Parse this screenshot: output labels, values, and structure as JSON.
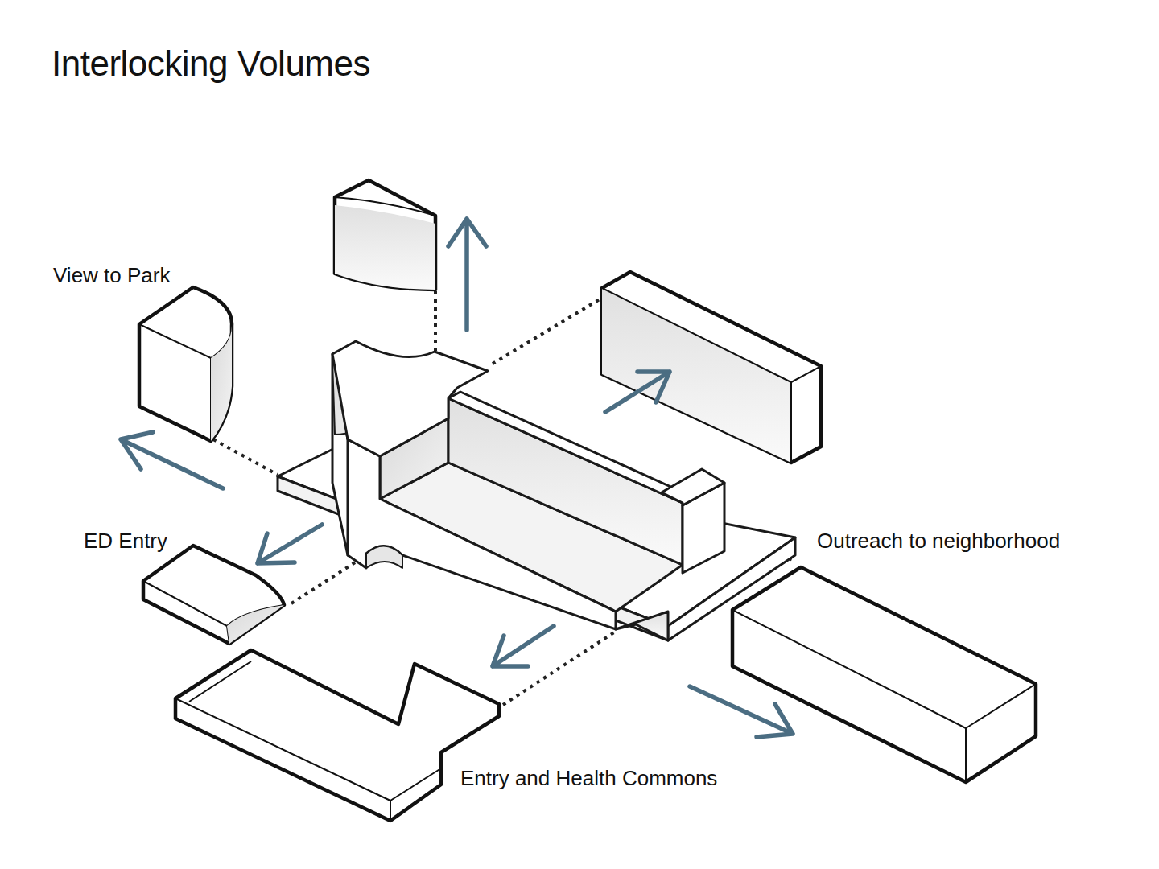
{
  "diagram": {
    "title": "Interlocking Volumes",
    "labels": [
      "View to Park",
      "ED Entry",
      "Outreach to neighborhood",
      "Entry and Health Commons"
    ]
  }
}
